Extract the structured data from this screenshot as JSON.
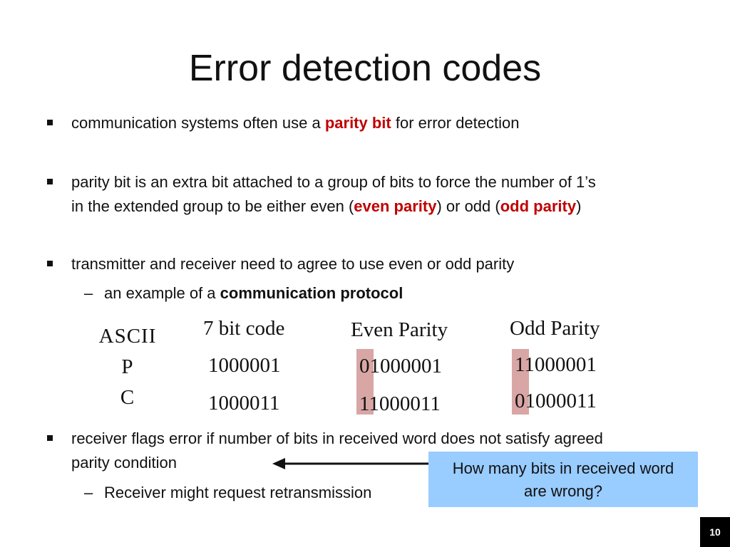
{
  "title": "Error detection codes",
  "bullets": {
    "b1": {
      "pre": "communication systems often use a ",
      "highlight": "parity bit",
      "post": " for error detection"
    },
    "b2": {
      "line1": "parity bit is an extra bit attached to a group of bits to force the number of 1’s",
      "line2_pre": "in the extended group to be either even (",
      "even": "even parity",
      "mid": ") or odd (",
      "odd": "odd parity",
      "end": ")"
    },
    "b3": {
      "text": "transmitter and receiver need to agree to use even or odd parity",
      "sub_pre": "an example of a ",
      "sub_bold": "communication protocol"
    },
    "b4": {
      "line1": "receiver flags error if number of bits in received word does not satisfy agreed",
      "line2": "parity condition",
      "sub": "Receiver might request retransmission"
    }
  },
  "table": {
    "row_header": "ASCII",
    "col_code": "7 bit code",
    "col_even": "Even Parity",
    "col_odd": "Odd Parity",
    "rows": [
      {
        "label": "P",
        "code": "1000001",
        "even": "01000001",
        "odd": "11000001"
      },
      {
        "label": "C",
        "code": "1000011",
        "even": "11000011",
        "odd": "01000011"
      }
    ],
    "highlight_color": "#d9a6a6"
  },
  "callout": {
    "text": "How many bits in received word are wrong?",
    "color": "#99ccff"
  },
  "page_number": "10",
  "colors": {
    "accent": "#c00000",
    "text": "#111111"
  },
  "symbols": {
    "dash": "–"
  }
}
